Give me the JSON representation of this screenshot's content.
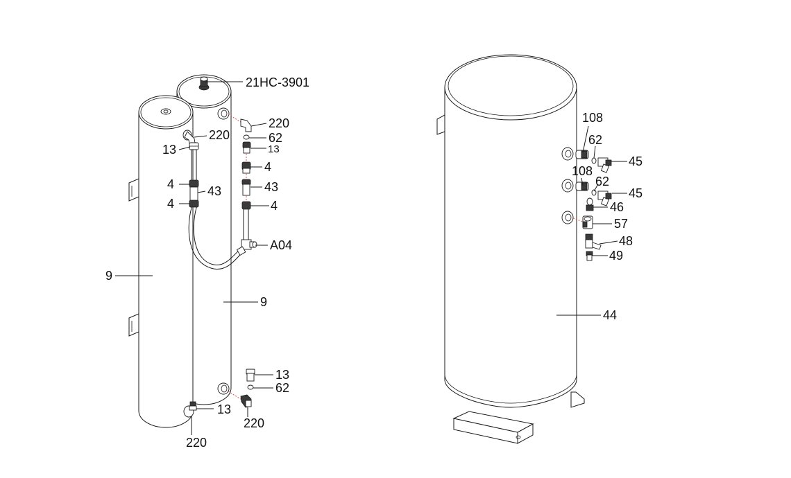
{
  "left_assembly": {
    "labels": {
      "top_fitting": "21HC-3901",
      "elbow_top_right": "220",
      "oring_top": "62",
      "connector_top": "13",
      "nipple_top": "4",
      "coupler_right": "43",
      "nipple_right_lower": "4",
      "tee": "A04",
      "elbow_top_left": "220",
      "connector_left": "13",
      "nipple_left_upper": "4",
      "coupler_left": "43",
      "nipple_left_lower": "4",
      "tank_left": "9",
      "tank_right": "9",
      "connector_bottom_right": "13",
      "oring_bottom": "62",
      "elbow_bottom_right": "220",
      "connector_bottom_left": "13",
      "elbow_bottom_left": "220"
    }
  },
  "right_assembly": {
    "labels": {
      "nipple_upper": "108",
      "oring_upper": "62",
      "tee_upper": "45",
      "nipple_lower": "108",
      "oring_lower": "62",
      "tee_lower": "45",
      "plug": "46",
      "elbow_fitting": "57",
      "valve": "48",
      "drain": "49",
      "tank": "44"
    }
  }
}
